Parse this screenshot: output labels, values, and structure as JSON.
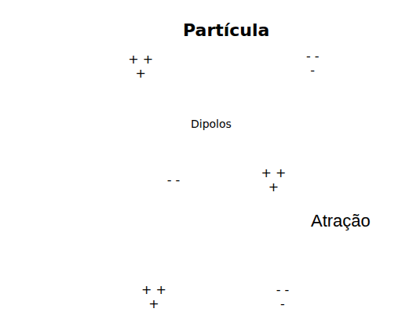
{
  "diagram": {
    "nodes": [
      {
        "text": [
          "Partícula",
          "+ + +",
          "- - -",
          "Dipolos"
        ]
      },
      {
        "text": [
          "- -"
        ],
        "in": 0
      },
      {
        "text": [
          "+ + +"
        ],
        "in": 0
      },
      {
        "text": [
          "Atração"
        ]
      },
      {
        "text": [
          "+ + +"
        ],
        "in": 3
      },
      {
        "text": [
          "- - -"
        ],
        "in": 3
      }
    ],
    "edges": [
      {
        "from": 1,
        "to": 4,
        "arrow": "to"
      },
      {
        "from": 4,
        "to": 1,
        "arrow": "to"
      },
      {
        "from": 2,
        "to": 5,
        "arrow": "to"
      },
      {
        "from": 5,
        "to": 2,
        "arrow": "to"
      }
    ]
  }
}
